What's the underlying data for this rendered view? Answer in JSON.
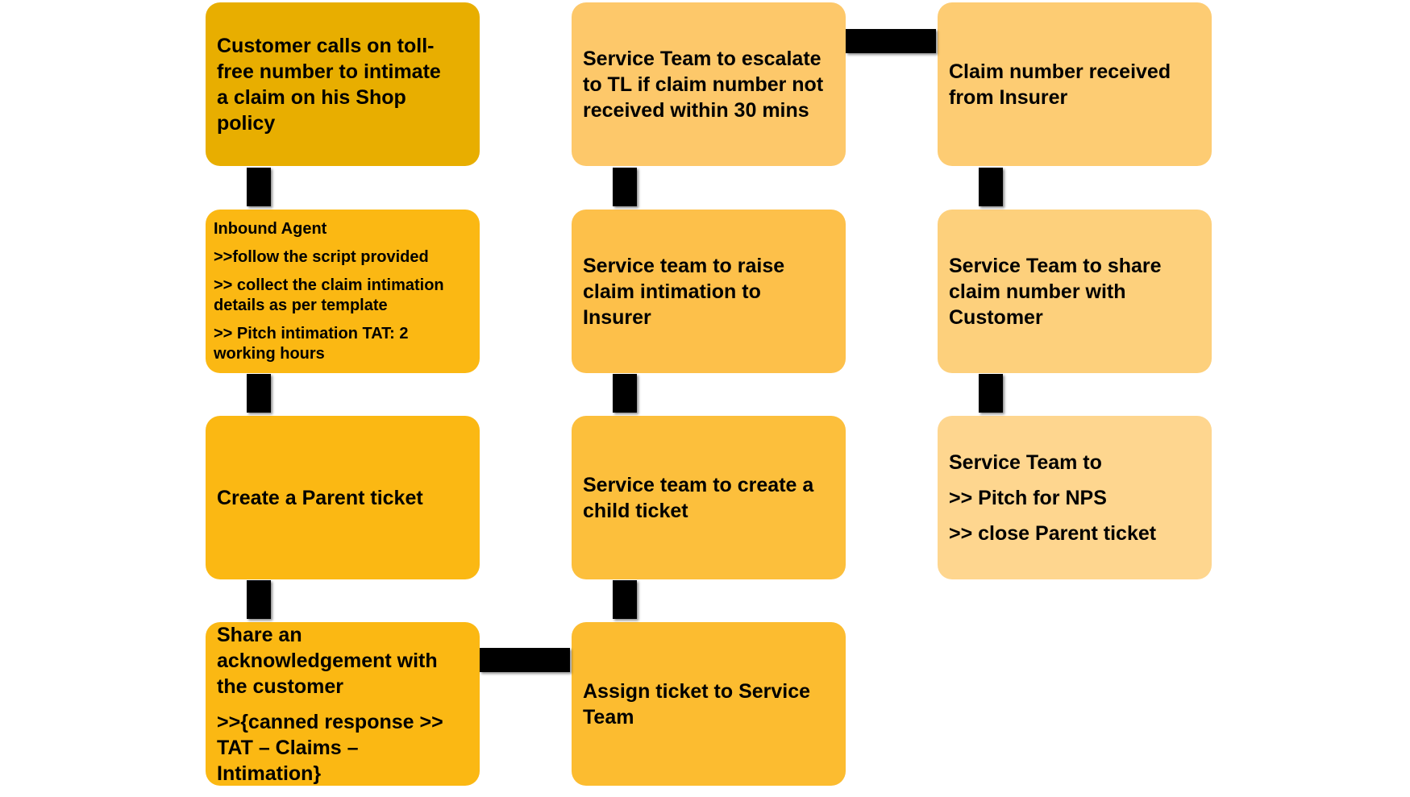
{
  "colors": {
    "box_dark": "#e8ae00",
    "box_amber": "#fbb813",
    "box_mid": "#fcbf3c",
    "box_light": "#fdc86a",
    "box_lighter": "#fdcc73",
    "box_pale": "#fed68f",
    "connector": "#000000"
  },
  "column1": {
    "customer_calls": {
      "lines": [
        "Customer calls on toll-",
        "free number to intimate",
        "a claim on his Shop policy"
      ]
    },
    "inbound_agent": {
      "title": "Inbound Agent",
      "item1": ">>follow the script provided",
      "item2_line1": ">> collect the claim intimation",
      "item2_line2": "details as per template",
      "item3_line1": ">> Pitch intimation TAT: 2",
      "item3_line2": "working hours"
    },
    "parent_ticket": {
      "lines": [
        "Create a Parent ticket"
      ]
    },
    "acknowledgement": {
      "lines": [
        "Share an",
        "acknowledgement with",
        "the customer"
      ],
      "response_lines": [
        ">>{canned response >>",
        "TAT – Claims –",
        "Intimation}"
      ]
    }
  },
  "column2": {
    "escalate": {
      "lines": [
        "Service Team to escalate",
        "to TL if claim number not",
        "received within 30 mins"
      ]
    },
    "raise_intimation": {
      "lines": [
        "Service team to raise",
        "claim intimation to",
        "Insurer"
      ]
    },
    "child_ticket": {
      "lines": [
        "Service team to create a",
        "child ticket"
      ]
    },
    "assign_ticket": {
      "lines": [
        "Assign ticket to Service",
        "Team"
      ]
    }
  },
  "column3": {
    "claim_received": {
      "lines": [
        "Claim number received",
        "from Insurer"
      ]
    },
    "share_claim": {
      "lines": [
        "Service Team to share",
        "claim number with",
        "Customer"
      ]
    },
    "close_steps": {
      "title": "Service Team to",
      "item1": ">> Pitch for NPS",
      "item2": ">> close Parent ticket"
    }
  }
}
